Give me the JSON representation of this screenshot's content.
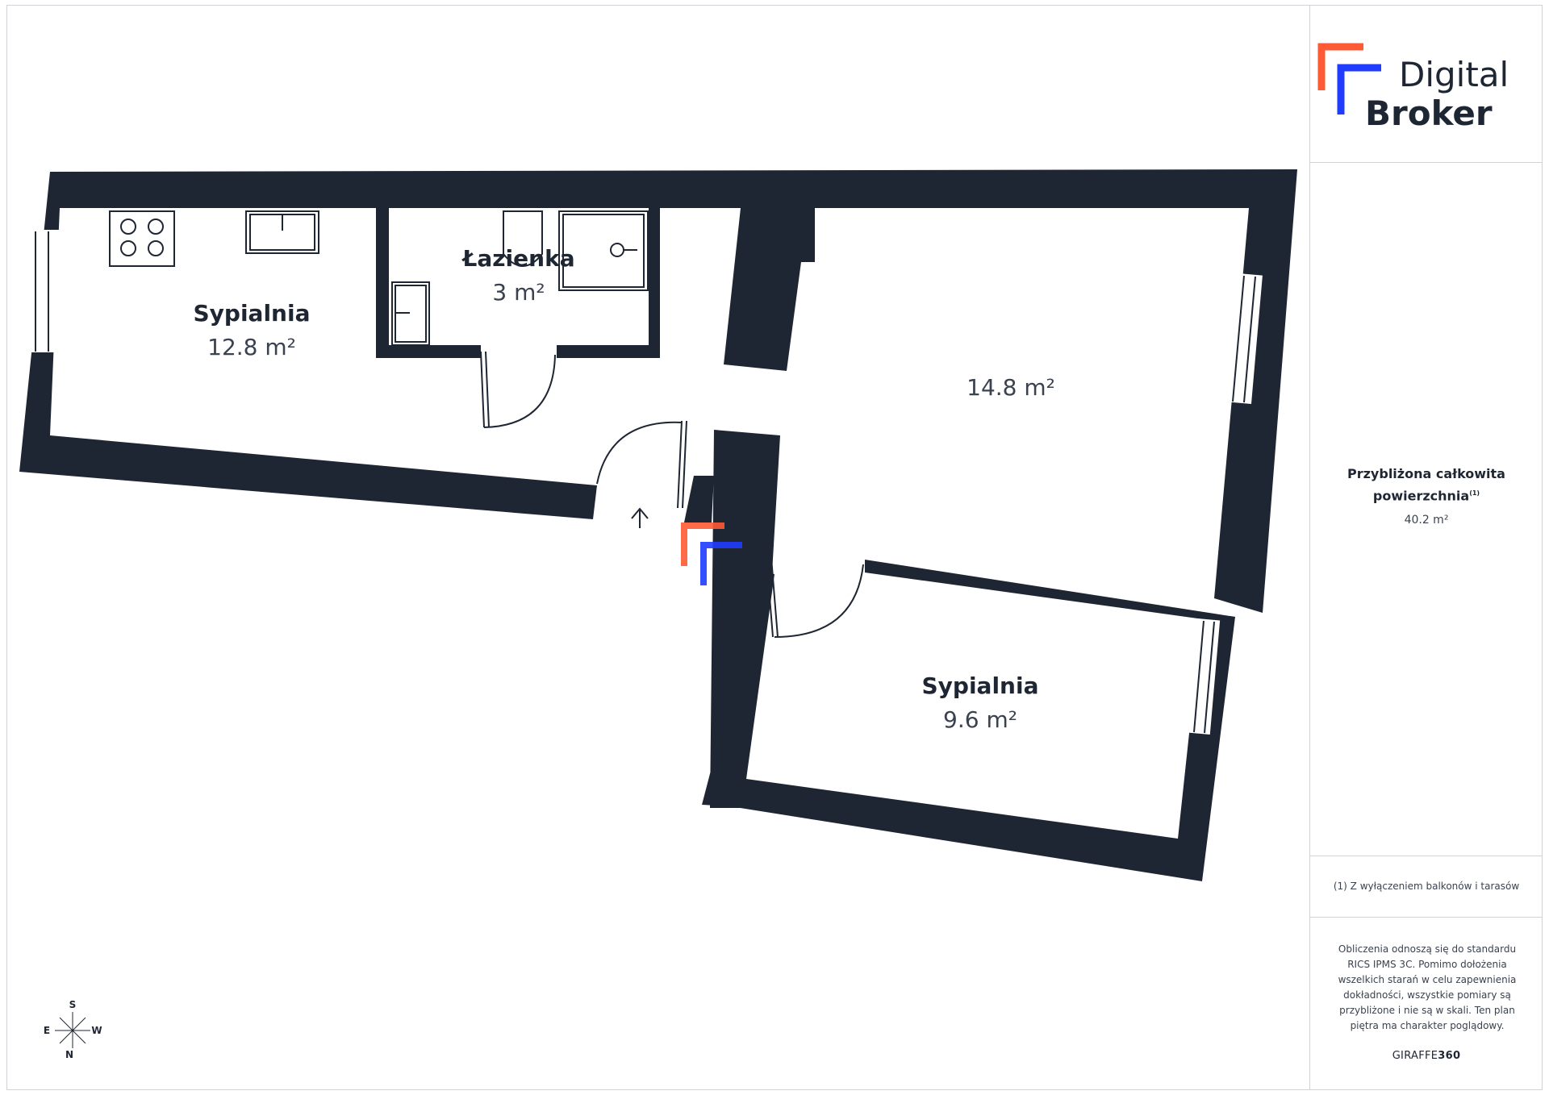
{
  "brand": {
    "name_line1": "Digital",
    "name_line2": "Broker",
    "accent_orange": "#ff5a36",
    "accent_blue": "#1f3cff"
  },
  "rooms": [
    {
      "name": "Sypialnia",
      "area": "12.8 m²"
    },
    {
      "name": "Łazienka",
      "area": "3 m²"
    },
    {
      "name": "",
      "area": "14.8 m²"
    },
    {
      "name": "Sypialnia",
      "area": "9.6 m²"
    }
  ],
  "summary": {
    "title_line1": "Przybliżona całkowita",
    "title_line2": "powierzchnia",
    "title_sup": "(1)",
    "total_area": "40.2 m²"
  },
  "footnote": "(1) Z wyłączeniem balkonów i tarasów",
  "disclaimer": "Obliczenia odnoszą się do standardu RICS IPMS 3C. Pomimo dołożenia wszelkich starań w celu zapewnienia dokładności, wszystkie pomiary są przybliżone i nie są w skali. Ten plan piętra ma charakter poglądowy.",
  "credit": {
    "prefix": "GIRAFFE",
    "suffix": "360"
  },
  "compass": {
    "top": "S",
    "left": "E",
    "right": "W",
    "bottom": "N"
  },
  "colors": {
    "wall": "#1f2633",
    "text": "#1f2633"
  }
}
